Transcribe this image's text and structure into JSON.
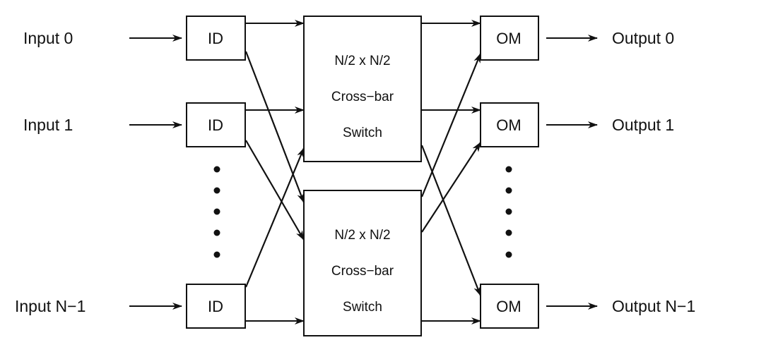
{
  "diagram": {
    "title": "Two-stage N x N switch built from two N/2 x N/2 cross-bar switches",
    "colors": {
      "line": "#111111",
      "background": "#ffffff"
    },
    "inputs": [
      {
        "label": "Input 0",
        "module": "ID"
      },
      {
        "label": "Input 1",
        "module": "ID"
      },
      {
        "label": "Input N−1",
        "module": "ID"
      }
    ],
    "outputs": [
      {
        "label": "Output 0",
        "module": "OM"
      },
      {
        "label": "Output 1",
        "module": "OM"
      },
      {
        "label": "Output N−1",
        "module": "OM"
      }
    ],
    "crossbars": [
      {
        "line1": "N/2 x N/2",
        "line2": "Cross−bar",
        "line3": "Switch"
      },
      {
        "line1": "N/2 x N/2",
        "line2": "Cross−bar",
        "line3": "Switch"
      }
    ],
    "ellipsis_dots": 5
  }
}
